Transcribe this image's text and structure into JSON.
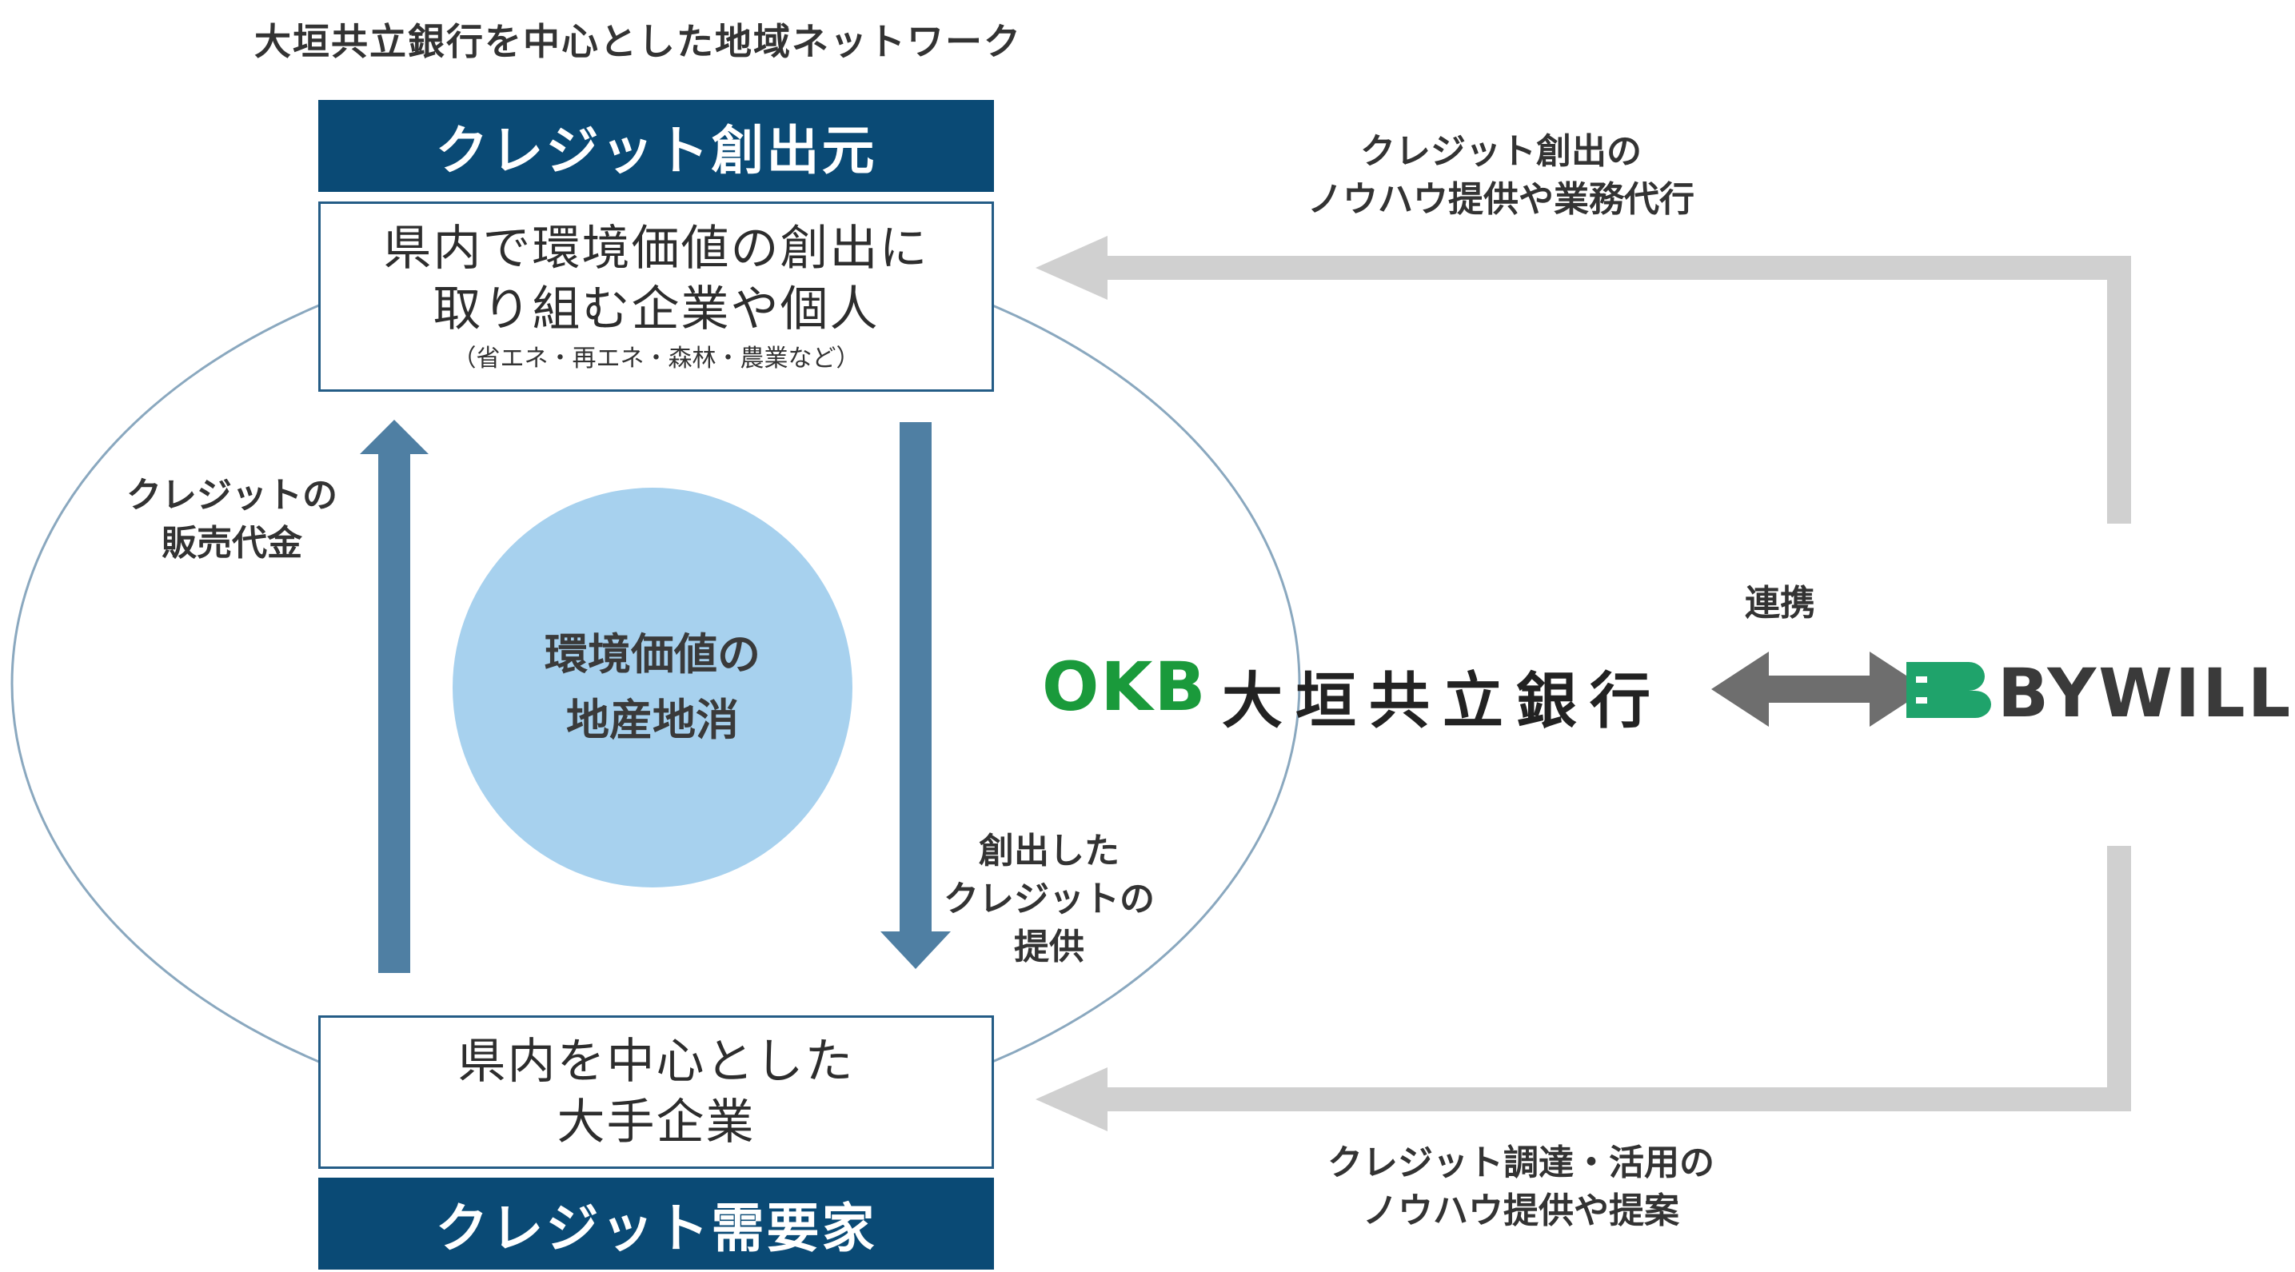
{
  "title": "大垣共立銀行を中心とした地域ネットワーク",
  "creator": {
    "header": "クレジット創出元",
    "line1": "県内で環境価値の創出に",
    "line2": "取り組む企業や個人",
    "note": "（省エネ・再エネ・森林・農業など）"
  },
  "demander": {
    "header": "クレジット需要家",
    "line1": "県内を中心とした",
    "line2": "大手企業"
  },
  "center": {
    "line1": "環境価値の",
    "line2": "地産地消"
  },
  "left_arrow_label": {
    "line1": "クレジットの",
    "line2": "販売代金"
  },
  "down_arrow_label": {
    "line1": "創出した",
    "line2": "クレジットの",
    "line3": "提供"
  },
  "top_right_label": {
    "line1": "クレジット創出の",
    "line2": "ノウハウ提供や業務代行"
  },
  "bottom_right_label": {
    "line1": "クレジット調達・活用の",
    "line2": "ノウハウ提供や提案"
  },
  "partnership_label": "連携",
  "okb": {
    "logo": "OKB",
    "name": "大垣共立銀行"
  },
  "bywill": {
    "name": "BYWILL"
  },
  "colors": {
    "navy": "#0a4a75",
    "arrow_blue": "#4f7fa3",
    "circle": "#a7d1ee",
    "gray_arrow": "#d0d0d0",
    "okb_green": "#1a9a3b",
    "bywill_green": "#1fa36b"
  }
}
